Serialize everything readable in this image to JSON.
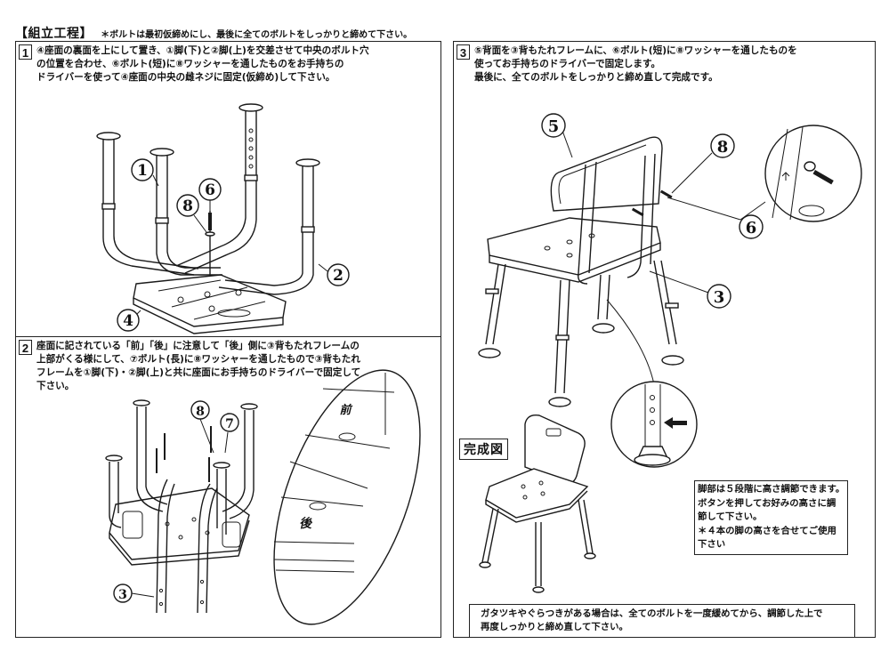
{
  "header": {
    "title": "【組立工程】",
    "note": "＊ボルトは最初仮締めにし、最後に全てのボルトをしっかりと締めて下さい。"
  },
  "steps": [
    {
      "number": "1",
      "text": "④座面の裏面を上にして置き、①脚(下)と②脚(上)を交差させて中央のボルト穴\nの位置を合わせ、⑥ボルト(短)に⑧ワッシャーを通したものをお手持ちの\nドライバーを使って④座面の中央の雌ネジに固定(仮締め)して下さい。",
      "callouts": [
        "①",
        "②",
        "④",
        "⑥",
        "⑧"
      ]
    },
    {
      "number": "2",
      "text": "座面に記されている「前」「後」に注意して「後」側に③背もたれフレームの\n上部がくる様にして、⑦ボルト(長)に⑧ワッシャーを通したもので③背もたれ\nフレームを①脚(下)・②脚(上)と共に座面にお手持ちのドライバーで固定して\n下さい。",
      "callouts": [
        "③",
        "⑦",
        "⑧"
      ],
      "detail_labels": {
        "front": "前",
        "back": "後"
      }
    },
    {
      "number": "3",
      "text": "⑤背面を③背もたれフレームに、⑥ボルト(短)に⑧ワッシャーを通したものを\n使ってお手持ちのドライバーで固定します。\n最後に、全てのボルトをしっかりと締め直して完成です。",
      "callouts": [
        "⑤",
        "⑧",
        "⑥",
        "③"
      ]
    }
  ],
  "completed_label": "完成図",
  "height_note": "脚部は５段階に高さ調節できます。\nボタンを押してお好みの高さに調\n節して下さい。\n＊４本の脚の高さを合せてご使用\n下さい",
  "footer_note": "ガタツキやぐらつきがある場合は、全てのボルトを一度緩めてから、調節した上で\n再度しっかりと締め直して下さい。",
  "callout_numbers": {
    "c1": "1",
    "c2": "2",
    "c3": "3",
    "c4": "4",
    "c5": "5",
    "c6": "6",
    "c7": "7",
    "c8": "8"
  }
}
